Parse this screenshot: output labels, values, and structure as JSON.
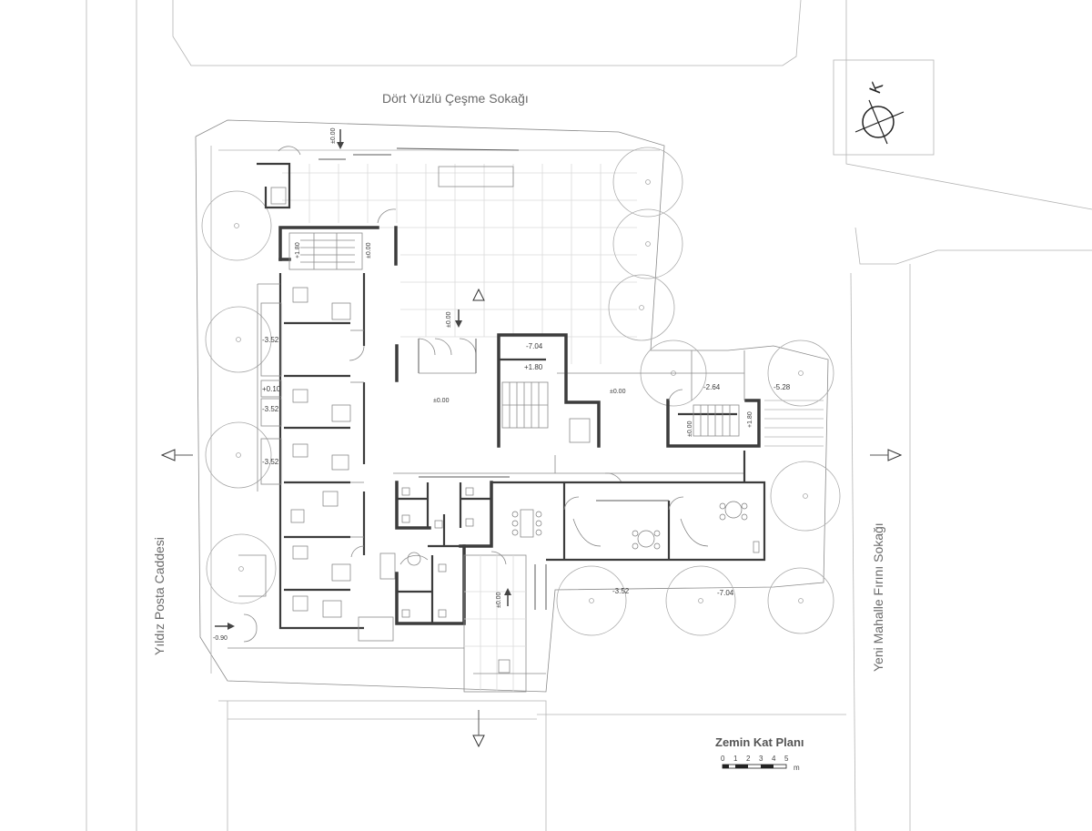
{
  "streets": {
    "north": "Dört Yüzlü Çeşme Sokağı",
    "west": "Yıldız Posta Caddesi",
    "east": "Yeni Mahalle Fırını Sokağı"
  },
  "north_arrow": {
    "letter": "K",
    "icon": "north-arrow-icon"
  },
  "levels": {
    "entry_north": "±0.00",
    "west_stair_top": "+1.80",
    "west_stair_zero": "±0.00",
    "court_entry": "±0.00",
    "west_room_1": "-3.52",
    "west_small_1": "+0.10",
    "west_small_2": "-3.52",
    "west_room_2": "-3.52",
    "central_stair_top": "-7.04",
    "central_stair_mid": "+1.80",
    "hall": "±0.00",
    "corridor_east": "±0.00",
    "east_yard_1": "-2.64",
    "east_yard_2": "-5.28",
    "east_stair_zero": "±0.00",
    "east_stair_top": "+1.80",
    "south_yard_1": "-3.52",
    "south_yard_2": "-7.04",
    "south_entry": "±0.00",
    "west_entry": "-0.90"
  },
  "title": "Zemin Kat Planı",
  "scale_bar": {
    "ticks": [
      "0",
      "1",
      "2",
      "3",
      "4",
      "5"
    ],
    "unit": "m"
  }
}
